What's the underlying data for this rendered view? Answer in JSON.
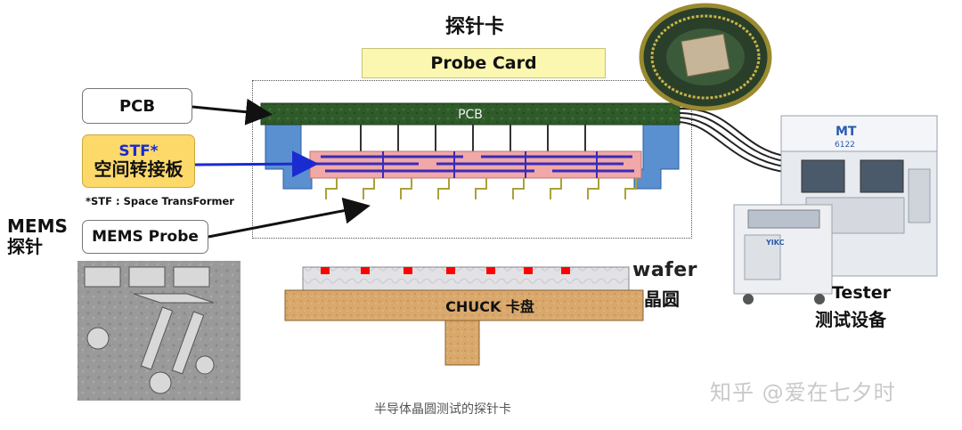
{
  "title": "探针卡",
  "probe_card_label": "Probe Card",
  "labels": {
    "pcb": "PCB",
    "pcb_inner": "PCB",
    "stf_en": "STF*",
    "stf_cn": "空间转接板",
    "stf_note": "*STF : Space TransFormer",
    "mems_probe": "MEMS Probe",
    "mems_cn_1": "MEMS",
    "mems_cn_2": "探针",
    "chuck": "CHUCK  卡盘",
    "wafer_en": "wafer",
    "wafer_cn": "晶圆",
    "tester_en": "Tester",
    "tester_cn": "测试设备",
    "tester_brand_1": "MT",
    "tester_brand_2": "6122",
    "tester_brand_small": "YIKC"
  },
  "caption": "半导体晶圆测试的探针卡",
  "watermark": "知乎 @爱在七夕时",
  "colors": {
    "pcb_green": "#2f5a2a",
    "stf_pink": "#f0a8a8",
    "stf_blue": "#3a2bb8",
    "support_blue": "#5a8fd0",
    "chuck_tan": "#d9a86c",
    "wafer_red": "#ff0000",
    "probe_box_yellow": "#fbf7b0",
    "stf_box_orange": "#fdd96a"
  }
}
